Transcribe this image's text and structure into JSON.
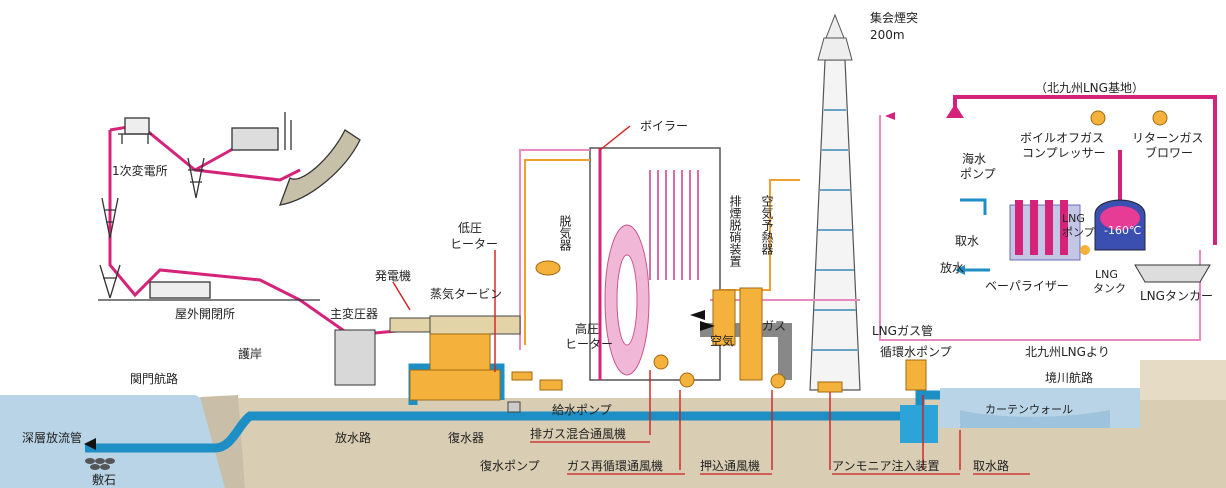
{
  "labels": {
    "stack": "集会煙突",
    "stack_height": "200m",
    "lng_base": "（北九州LNG基地）",
    "boiler": "ボイラー",
    "boil_off_compressor_1": "ボイルオフガス",
    "boil_off_compressor_2": "コンプレッサー",
    "return_blower_1": "リターンガス",
    "return_blower_2": "ブロワー",
    "seawater_pump_1": "海水",
    "seawater_pump_2": "ポンプ",
    "intake": "取水",
    "discharge": "放水",
    "lng_pump_1": "LNG",
    "lng_pump_2": "ポンプ",
    "lng_temp": "-160℃",
    "vaporizer": "ベーパライザー",
    "lng_tank_1": "LNG",
    "lng_tank_2": "タンク",
    "lng_tanker": "LNGタンカー",
    "substation": "1次変電所",
    "outdoor_switchyard": "屋外開閉所",
    "low_pressure_heater_1": "低圧",
    "low_pressure_heater_2": "ヒーター",
    "deaerator": "脱気器",
    "flue_gas_denitration": "排煙脱硝装置",
    "air_preheater": "空気予熱器",
    "generator": "発電機",
    "steam_turbine": "蒸気タービン",
    "main_transformer": "主変圧器",
    "high_pressure_heater_1": "高圧",
    "high_pressure_heater_2": "ヒーター",
    "gas": "ガス",
    "air": "空気",
    "lng_gas_pipe": "LNGガス管",
    "circulating_water_pump": "循環水ポンプ",
    "from_kitakyushu_lng": "北九州LNGより",
    "kanmon_channel": "関門航路",
    "revetment": "護岸",
    "feed_water_pump": "給水ポンプ",
    "sakaigawa_channel": "境川航路",
    "curtain_wall": "カーテンウォール",
    "deep_discharge_pipe": "深層放流管",
    "discharge_channel": "放水路",
    "condenser": "復水器",
    "exhaust_gas_mixing_fan": "排ガス混合通風機",
    "riprap": "敷石",
    "condensate_pump": "復水ポンプ",
    "gas_recirculation_fan": "ガス再循環通風機",
    "forced_draft_fan": "押込通風機",
    "ammonia_injection": "アンモニア注入装置",
    "intake_channel": "取水路"
  },
  "colors": {
    "magenta": "#d6237a",
    "pink_light": "#e88ac0",
    "water": "#b8d4e6",
    "water_pipe": "#1e8fc4",
    "ground": "#d9cdb3",
    "orange": "#f0a030",
    "red_label": "#d02020"
  }
}
